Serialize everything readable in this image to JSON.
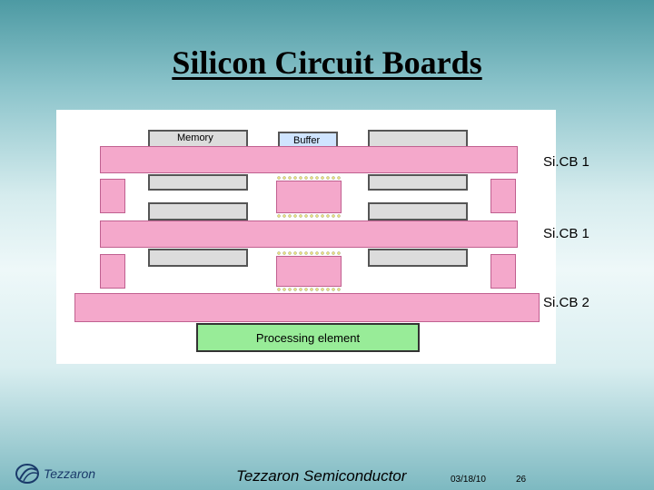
{
  "title": "Silicon Circuit Boards",
  "diagram": {
    "memory_label": "Memory",
    "buffer_label": "Buffer",
    "sicb1_top_label": "Si.CB 1",
    "sicb1_mid_label": "Si.CB 1",
    "sicb2_label": "Si.CB 2",
    "processing_label": "Processing element"
  },
  "footer": {
    "company": "Tezzaron Semiconductor",
    "date": "03/18/10",
    "page": "26",
    "logo_text": "Tezzaron"
  },
  "colors": {
    "board": "#f4a8cb",
    "chip": "#dcdcdc",
    "processing": "#98ec98"
  }
}
